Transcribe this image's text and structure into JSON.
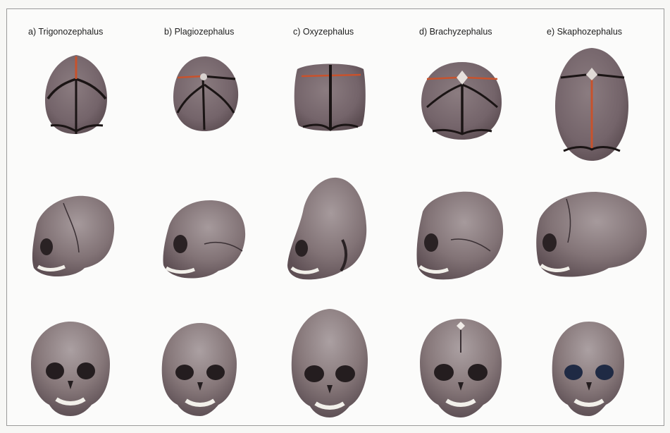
{
  "figure": {
    "labels": [
      "a) Trigonozephalus",
      "b) Plagiozephalus",
      "c) Oxyzephalus",
      "d) Brachyzephalus",
      "e) Skaphozephalus"
    ],
    "colors": {
      "bone": "#7a6a6f",
      "bone_dark": "#5e5055",
      "bone_light": "#a39799",
      "suture": "#1a1414",
      "fused_suture": "#c8522c",
      "teeth": "#f2f0ea",
      "background": "#fbfbfa"
    },
    "rows": [
      "top-view",
      "lateral-view",
      "frontal-view"
    ]
  }
}
